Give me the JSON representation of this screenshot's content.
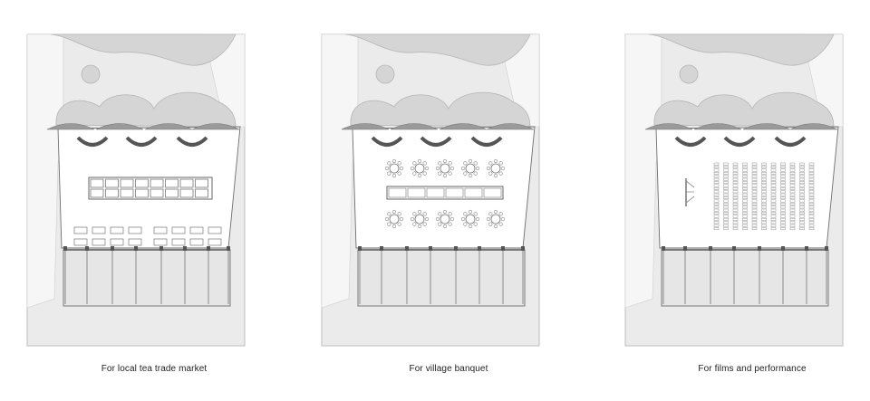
{
  "panels": [
    {
      "id": "tea-market",
      "caption": "For local tea trade market"
    },
    {
      "id": "banquet",
      "caption": "For village banquet"
    },
    {
      "id": "films",
      "caption": "For films and performance"
    }
  ],
  "colors": {
    "ground": "#ebebeb",
    "site_frame": "#bdbdbd",
    "canopy": "#d5d5d5",
    "canopy_dark": "#9a9a9a",
    "hall_floor": "#ffffff",
    "line": "#6e6e6e",
    "dark": "#555555"
  }
}
